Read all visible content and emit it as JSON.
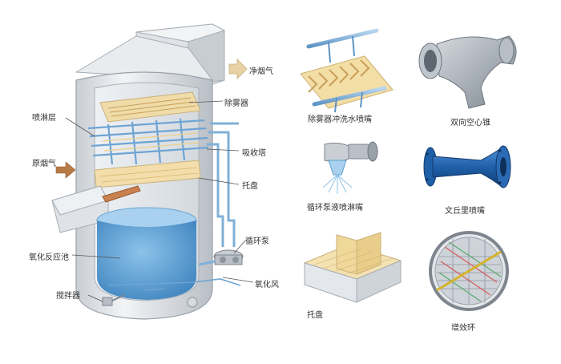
{
  "tower_labels": {
    "clean_gas": "净烟气",
    "demister": "除雾器",
    "spray_layer": "喷淋层",
    "absorber": "吸收塔",
    "raw_gas": "原烟气",
    "tray": "托盘",
    "circ_pump": "循环泵",
    "oxidation_tank": "氧化反应池",
    "oxidation_air": "氧化风",
    "agitator": "搅拌器"
  },
  "components": {
    "demister_nozzle": "除雾器冲洗水喷嘴",
    "hollow_cone": "双向空心锥",
    "spray_nozzle": "循环泵液喷淋嘴",
    "venturi": "文丘里喷嘴",
    "tray": "托盘",
    "ring": "增效环"
  },
  "colors": {
    "tower_shell": "#e4e8ec",
    "slurry": "#5e9fd0",
    "pipe": "#7fb0d8",
    "packing": "#f1d9a1",
    "arrow": "#e7d2a6",
    "venturi": "#2b6bb5"
  }
}
